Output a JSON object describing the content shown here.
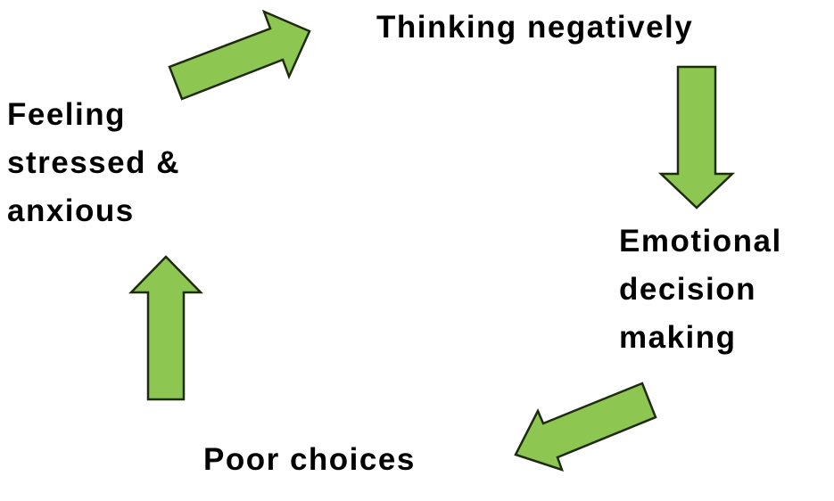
{
  "diagram": {
    "type": "cycle",
    "background_color": "#ffffff",
    "text_color": "#000000",
    "arrow_fill": "#8dc751",
    "arrow_stroke": "#1f2b10",
    "nodes": [
      {
        "id": "thinking-negatively",
        "label": "Thinking negatively",
        "lines": [
          "Thinking negatively"
        ]
      },
      {
        "id": "emotional-decision-making",
        "label": "Emotional decision making",
        "lines": [
          "Emotional",
          "decision",
          "making"
        ]
      },
      {
        "id": "poor-choices",
        "label": "Poor choices",
        "lines": [
          "Poor choices"
        ]
      },
      {
        "id": "feeling-stressed-anxious",
        "label": "Feeling stressed & anxious",
        "lines": [
          "Feeling",
          "stressed &",
          "anxious"
        ]
      }
    ],
    "arrows": [
      {
        "id": "arrow-up-right",
        "from": "Feeling stressed & anxious",
        "to": "Thinking negatively",
        "direction": "up-right"
      },
      {
        "id": "arrow-down",
        "from": "Thinking negatively",
        "to": "Emotional decision making",
        "direction": "down"
      },
      {
        "id": "arrow-down-left",
        "from": "Emotional decision making",
        "to": "Poor choices",
        "direction": "down-left"
      },
      {
        "id": "arrow-up",
        "from": "Poor choices",
        "to": "Feeling stressed & anxious",
        "direction": "up"
      }
    ]
  }
}
